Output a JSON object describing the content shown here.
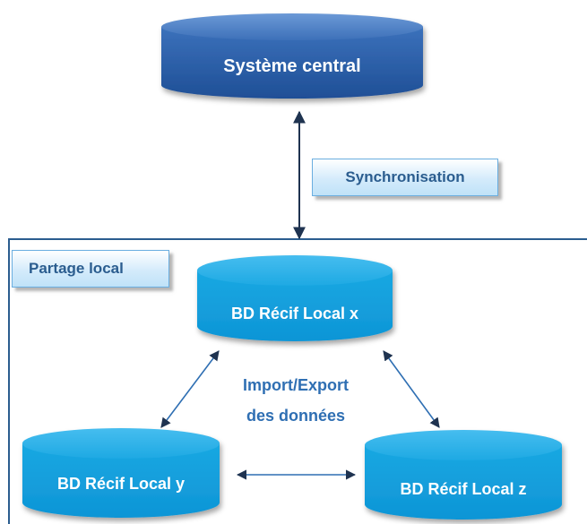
{
  "central": {
    "label": "Système central"
  },
  "sync": {
    "label": "Synchronisation"
  },
  "local_share": {
    "label": "Partage local"
  },
  "db_x": {
    "label": "BD Récif Local x"
  },
  "db_y": {
    "label": "BD Récif Local y"
  },
  "db_z": {
    "label": "BD Récif Local z"
  },
  "exchange": {
    "line1": "Import/Export",
    "line2": "des données"
  },
  "colors": {
    "central_cylinder": "#2f5fa8",
    "local_cylinder": "#15a3df",
    "frame_line": "#2b5d8f",
    "arrow": "#1f3350",
    "exchange_text": "#2f6fb3"
  }
}
